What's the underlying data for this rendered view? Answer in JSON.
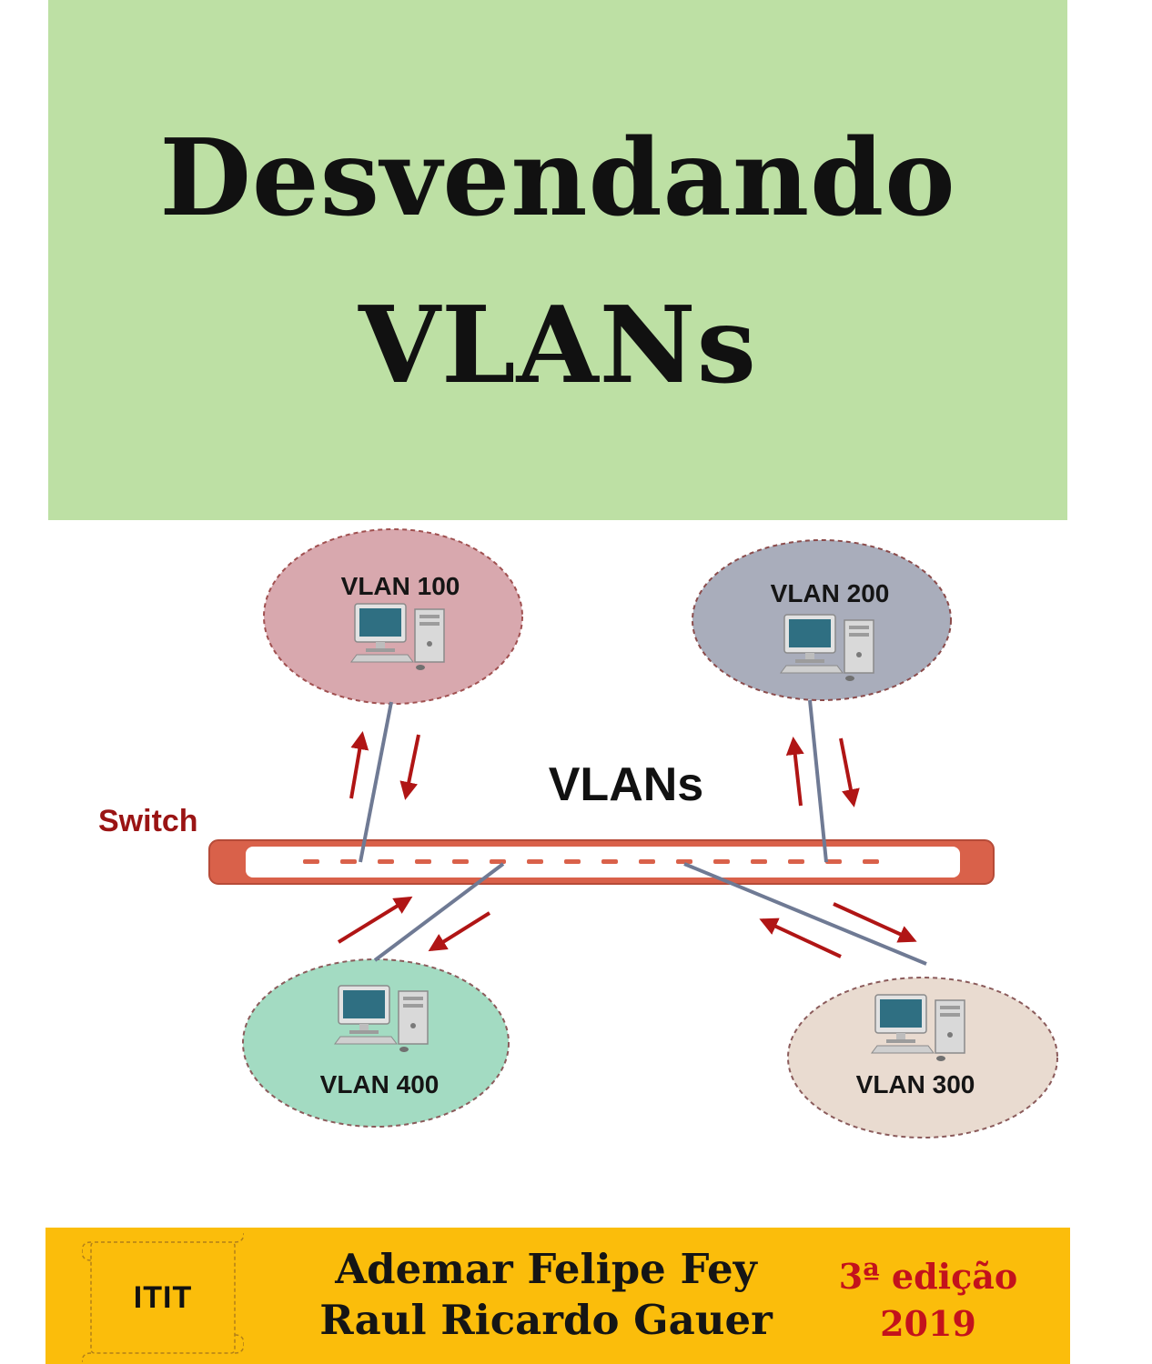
{
  "title": {
    "line1": "Desvendando",
    "line2": "VLANs"
  },
  "diagram": {
    "center_label": "VLANs",
    "switch_label": "Switch",
    "vlans": [
      {
        "label": "VLAN 100",
        "color": "#d8a8ae"
      },
      {
        "label": "VLAN 200",
        "color": "#a9adbb"
      },
      {
        "label": "VLAN 400",
        "color": "#a3dbc2"
      },
      {
        "label": "VLAN 300",
        "color": "#e9dbd0"
      }
    ]
  },
  "footer": {
    "publisher": "ITIT",
    "authors": [
      "Ademar Felipe Fey",
      "Raul Ricardo Gauer"
    ],
    "edition": "3ª edição",
    "year": "2019"
  }
}
